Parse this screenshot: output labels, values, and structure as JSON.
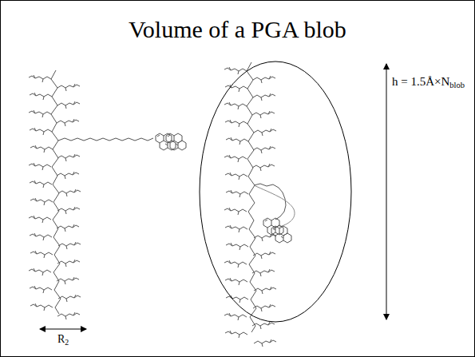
{
  "diagram": {
    "title": "Volume of a PGA blob",
    "labels": [
      "h = 1.5Å×N",
      "blob",
      "R",
      "2"
    ]
  }
}
